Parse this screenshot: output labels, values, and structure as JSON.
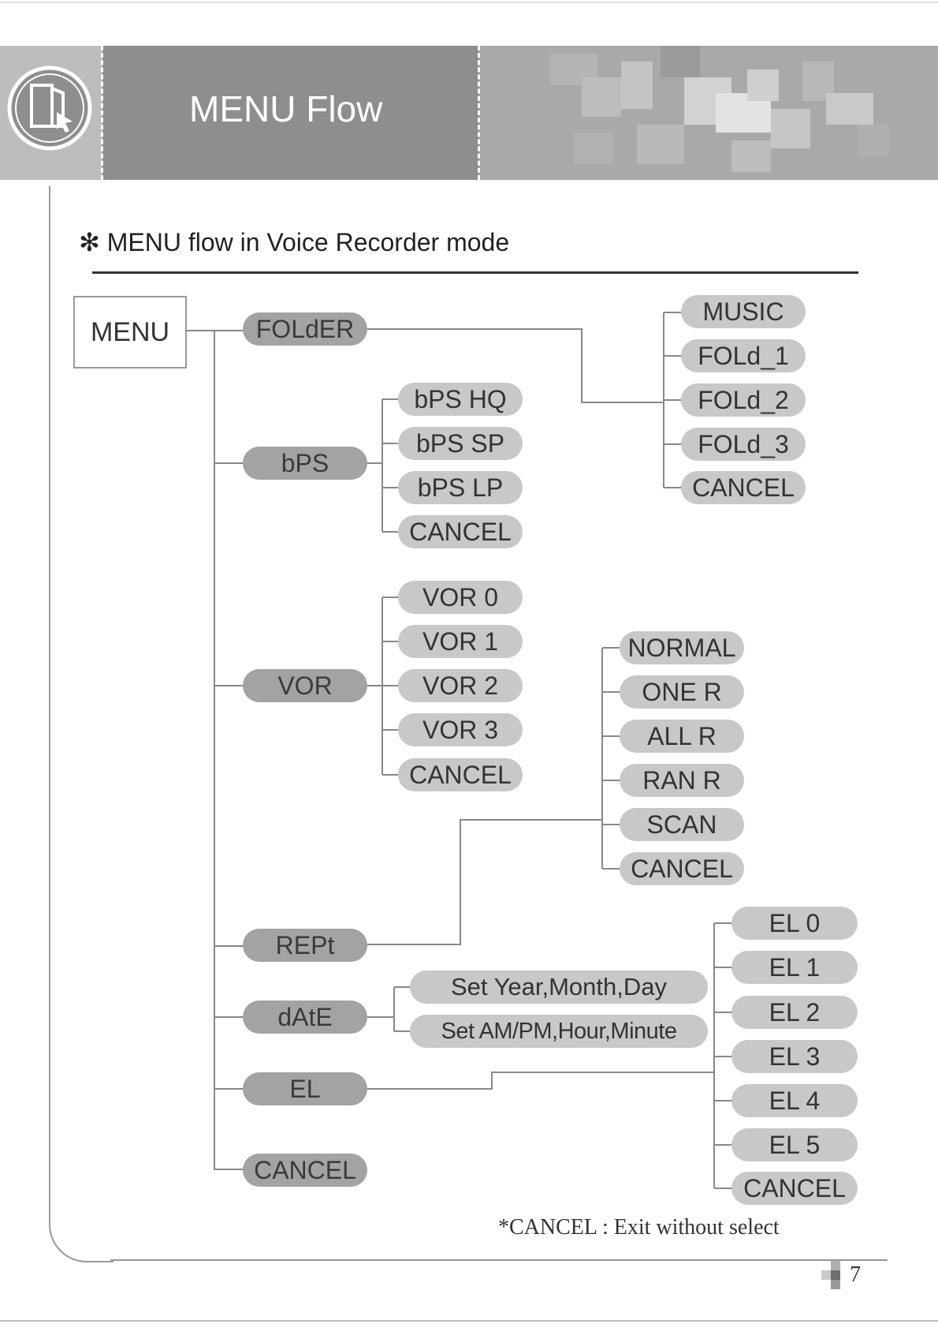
{
  "header": {
    "title": "MENU Flow"
  },
  "section": {
    "heading": "✻ MENU flow in Voice Recorder mode"
  },
  "menu_root": "MENU",
  "level1": [
    "FOLdER",
    "bPS",
    "VOR",
    "REPt",
    "dAtE",
    "EL",
    "CANCEL"
  ],
  "folder_options": [
    "MUSIC",
    "FOLd_1",
    "FOLd_2",
    "FOLd_3",
    "CANCEL"
  ],
  "bps_options": [
    "bPS HQ",
    "bPS SP",
    "bPS LP",
    "CANCEL"
  ],
  "vor_options": [
    "VOR 0",
    "VOR 1",
    "VOR 2",
    "VOR 3",
    "CANCEL"
  ],
  "rept_options": [
    "NORMAL",
    "ONE R",
    "ALL R",
    "RAN R",
    "SCAN",
    "CANCEL"
  ],
  "date_options": [
    "Set Year,Month,Day",
    "Set AM/PM,Hour,Minute"
  ],
  "el_options": [
    "EL 0",
    "EL 1",
    "EL 2",
    "EL 3",
    "EL 4",
    "EL 5",
    "CANCEL"
  ],
  "footnote": "*CANCEL : Exit without select",
  "page_number": "7",
  "colors": {
    "header_dark": "#8e8e8e",
    "pill_main": "#a3a3a3",
    "pill_sub": "#c8c8c8"
  }
}
